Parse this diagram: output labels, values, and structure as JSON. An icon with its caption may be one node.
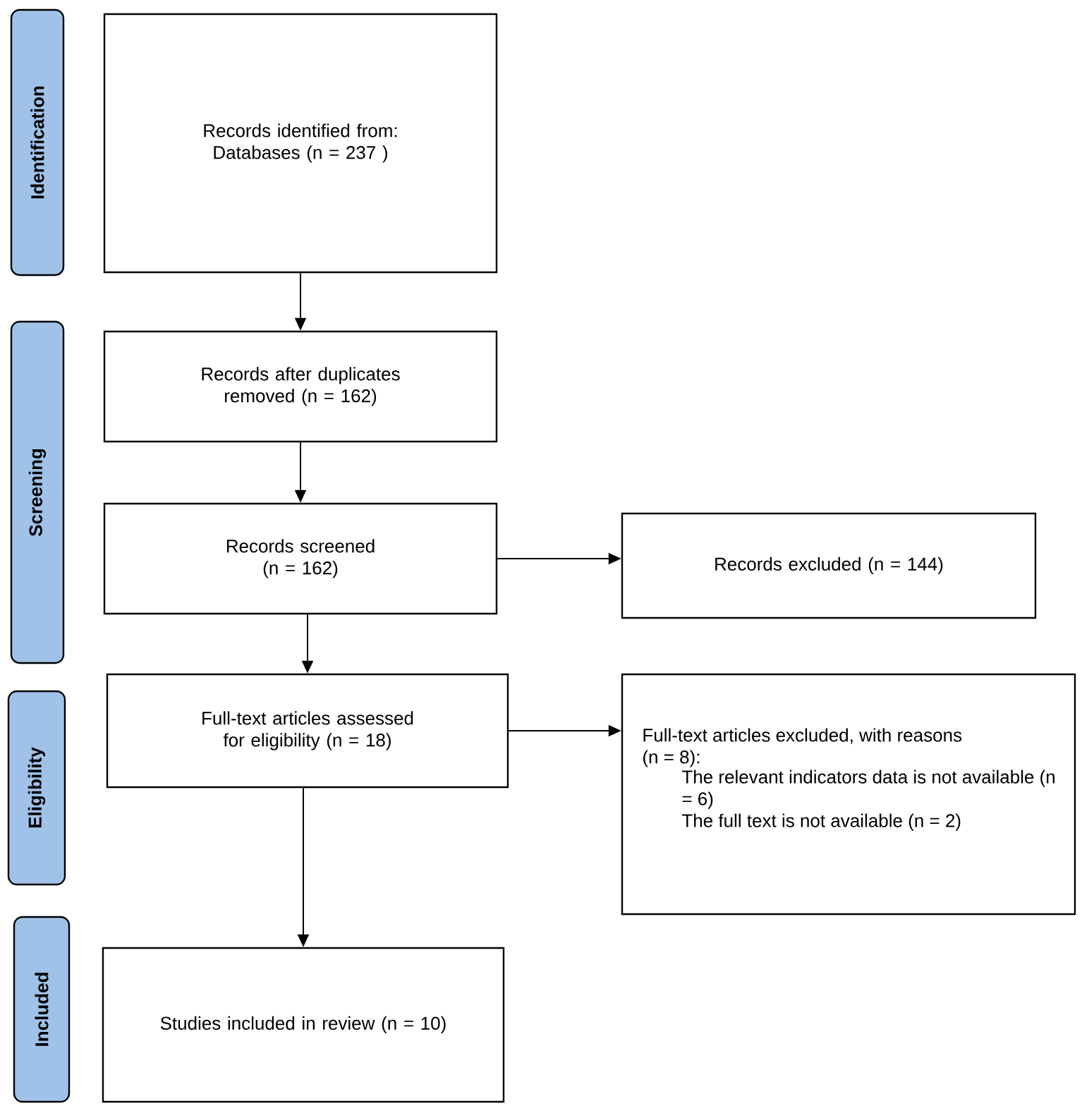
{
  "diagram": {
    "nodes": [
      {
        "text": [
          "Identification"
        ]
      },
      {
        "text": [
          "Records identified from:",
          "Databases (n = 237 )"
        ]
      },
      {
        "text": [
          "Screening"
        ]
      },
      {
        "text": [
          "Records after duplicates removed (n = 162)"
        ]
      },
      {
        "text": [
          "Records screened (n = 162)"
        ]
      },
      {
        "text": [
          "Records excluded (n = 144)"
        ]
      },
      {
        "text": [
          "Eligibility"
        ]
      },
      {
        "text": [
          "Full-text articles assessed for eligibility (n = 18)"
        ]
      },
      {
        "text": [
          "Full-text articles excluded, with reasons (n = 8):",
          "The relevant indicators data is not available (n = 6)",
          "The full text is not available (n = 2)"
        ]
      },
      {
        "text": [
          "Included"
        ]
      },
      {
        "text": [
          "Studies included in review (n = 10)"
        ]
      }
    ],
    "edges": [
      {
        "from": 1,
        "to": 3,
        "arrow": "to"
      },
      {
        "from": 3,
        "to": 4,
        "arrow": "to"
      },
      {
        "from": 4,
        "to": 5,
        "arrow": "to"
      },
      {
        "from": 4,
        "to": 7,
        "arrow": "to"
      },
      {
        "from": 7,
        "to": 8,
        "arrow": "to"
      },
      {
        "from": 7,
        "to": 10,
        "arrow": "to"
      }
    ]
  }
}
